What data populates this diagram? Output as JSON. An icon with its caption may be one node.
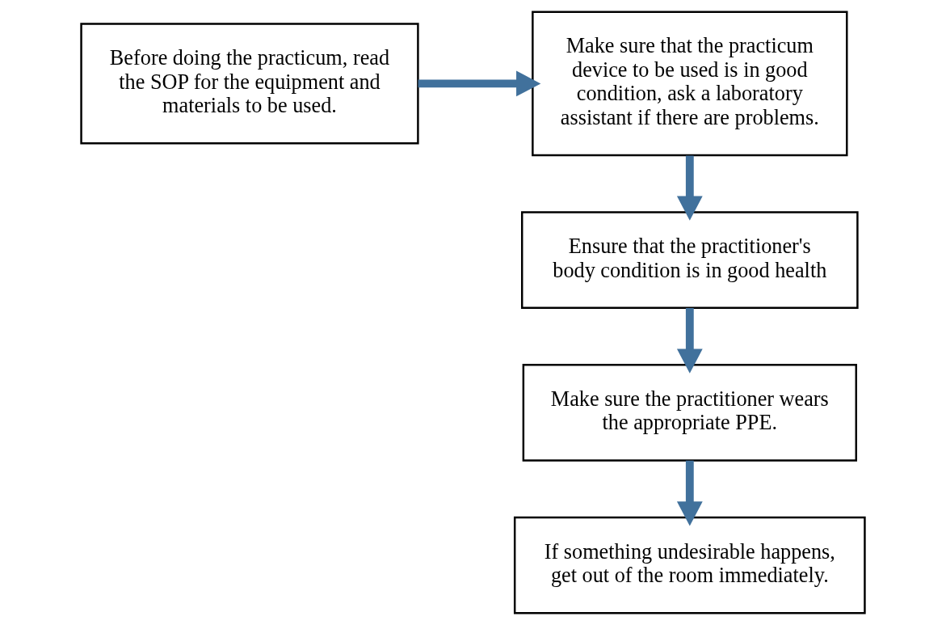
{
  "diagram": {
    "nodes": [
      {
        "text": [
          "Before doing the practicum, read the SOP for the equipment and materials to be used."
        ]
      },
      {
        "text": [
          "Make sure that the practicum device to be used is in good condition, ask a laboratory assistant if there are problems."
        ]
      },
      {
        "text": [
          "Ensure that the practitioner's body condition is in good health"
        ]
      },
      {
        "text": [
          "Make sure the practitioner wears the appropriate PPE."
        ]
      },
      {
        "text": [
          "If something undesirable happens, get out of the room immediately."
        ]
      }
    ],
    "edges": [
      {
        "from": 0,
        "to": 1,
        "arrow": "to"
      },
      {
        "from": 1,
        "to": 2,
        "arrow": "to"
      },
      {
        "from": 2,
        "to": 3,
        "arrow": "to"
      },
      {
        "from": 3,
        "to": 4,
        "arrow": "to"
      }
    ]
  }
}
